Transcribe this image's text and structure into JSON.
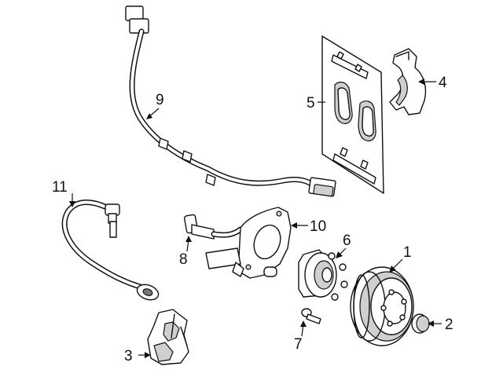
{
  "callouts": [
    {
      "id": "1",
      "label": "1"
    },
    {
      "id": "2",
      "label": "2"
    },
    {
      "id": "3",
      "label": "3"
    },
    {
      "id": "4",
      "label": "4"
    },
    {
      "id": "5",
      "label": "5"
    },
    {
      "id": "6",
      "label": "6"
    },
    {
      "id": "7",
      "label": "7"
    },
    {
      "id": "8",
      "label": "8"
    },
    {
      "id": "9",
      "label": "9"
    },
    {
      "id": "10",
      "label": "10"
    },
    {
      "id": "11",
      "label": "11"
    }
  ],
  "colors": {
    "line": "#111111",
    "background": "#ffffff",
    "shade": "#cfcfcf"
  }
}
